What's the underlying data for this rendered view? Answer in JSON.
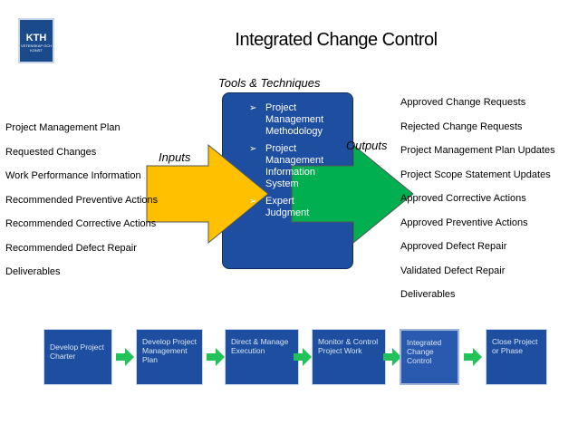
{
  "logo": {
    "text": "KTH",
    "subtext": "VETENSKAP OCH KONST"
  },
  "title": "Integrated Change Control",
  "tools_label": "Tools & Techniques",
  "techniques": [
    "Project Management Methodology",
    "Project Management Information System",
    "Expert Judgment"
  ],
  "inputs_label": "Inputs",
  "outputs_label": "Outputs",
  "inputs": [
    "Project Management Plan",
    "Requested Changes",
    "Work Performance Information",
    "Recommended Preventive Actions",
    "Recommended Corrective Actions",
    "Recommended Defect Repair",
    "Deliverables"
  ],
  "outputs": [
    "Approved Change Requests",
    "Rejected Change Requests",
    "Project Management Plan Updates",
    "Project Scope Statement Updates",
    "Approved Corrective Actions",
    "Approved Preventive Actions",
    "Approved Defect Repair",
    "Validated Defect Repair",
    "Deliverables"
  ],
  "process_steps": [
    {
      "label": "Develop Project Charter"
    },
    {
      "label": "Develop Project Management Plan"
    },
    {
      "label": "Direct & Manage Execution"
    },
    {
      "label": "Monitor & Control Project Work"
    },
    {
      "label": "Integrated Change Control"
    },
    {
      "label": "Close Project or Phase"
    }
  ],
  "colors": {
    "box_blue": "#1d4e9f",
    "input_arrow": "#ffc000",
    "output_arrow": "#00b050",
    "step_arrow": "#21c25a"
  }
}
